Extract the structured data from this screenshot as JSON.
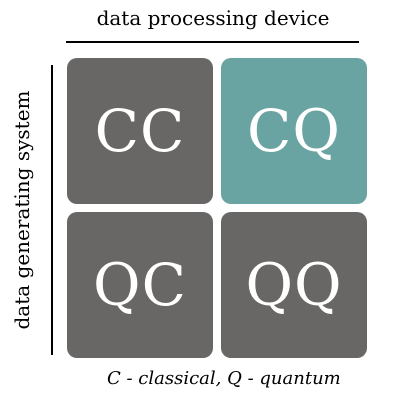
{
  "top_label": "data processing device",
  "left_label": "data generating system",
  "quadrants": [
    {
      "label": "CC",
      "color": "#686765"
    },
    {
      "label": "CQ",
      "color": "#6aa4a2"
    },
    {
      "label": "QC",
      "color": "#686765"
    },
    {
      "label": "QQ",
      "color": "#686765"
    }
  ],
  "caption": "C - classical, Q - quantum"
}
